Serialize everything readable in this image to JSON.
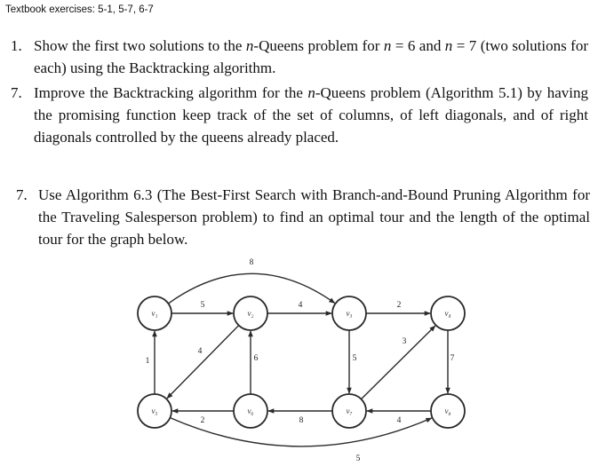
{
  "header": "Textbook exercises: 5-1, 5-7, 6-7",
  "exercises": [
    {
      "number": "1.",
      "parts": [
        "Show the first two solutions to the ",
        "n",
        "-Queens problem for ",
        "n",
        " = 6 and ",
        "n",
        " = 7 (two solutions for each) using the Backtracking algorithm."
      ]
    },
    {
      "number": "7.",
      "parts": [
        "Improve the Backtracking algorithm for the ",
        "n",
        "-Queens problem (Algorithm 5.1) by having the promising function keep track of the set of columns, of left diagonals, and of right diagonals controlled by the queens already placed."
      ]
    },
    {
      "number": "7.",
      "text": "Use Algorithm 6.3 (The Best-First Search with Branch-and-Bound Pruning Algorithm for the Traveling Salesperson problem) to find an optimal tour and the length of the optimal tour for the graph below."
    }
  ],
  "graph": {
    "nodes": [
      {
        "id": "v1",
        "label": "v₁"
      },
      {
        "id": "v2",
        "label": "v₂"
      },
      {
        "id": "v3",
        "label": "v₃"
      },
      {
        "id": "v4",
        "label": "v₄"
      },
      {
        "id": "v5",
        "label": "v₅"
      },
      {
        "id": "v6",
        "label": "v₆"
      },
      {
        "id": "v7",
        "label": "v₇"
      },
      {
        "id": "v8",
        "label": "v₈"
      }
    ],
    "edges": [
      {
        "from": "v1",
        "to": "v2",
        "weight": "5"
      },
      {
        "from": "v2",
        "to": "v3",
        "weight": "4"
      },
      {
        "from": "v3",
        "to": "v4",
        "weight": "2"
      },
      {
        "from": "v1",
        "to": "v3",
        "weight": "8"
      },
      {
        "from": "v5",
        "to": "v1",
        "weight": "1"
      },
      {
        "from": "v2",
        "to": "v5",
        "weight": "4"
      },
      {
        "from": "v6",
        "to": "v2",
        "weight": "6"
      },
      {
        "from": "v3",
        "to": "v7",
        "weight": "5"
      },
      {
        "from": "v7",
        "to": "v4",
        "weight": "3"
      },
      {
        "from": "v4",
        "to": "v8",
        "weight": "7"
      },
      {
        "from": "v6",
        "to": "v5",
        "weight": "2"
      },
      {
        "from": "v7",
        "to": "v6",
        "weight": "8"
      },
      {
        "from": "v8",
        "to": "v7",
        "weight": "4"
      },
      {
        "from": "v5",
        "to": "v8",
        "weight": "5"
      }
    ]
  }
}
